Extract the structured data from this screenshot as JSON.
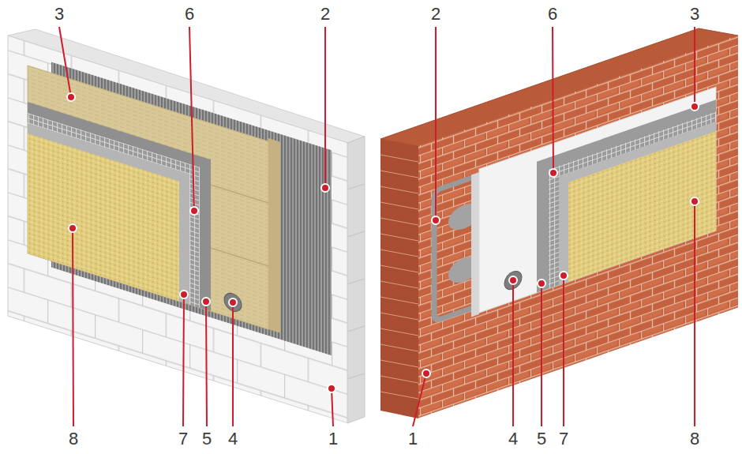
{
  "diagram": {
    "labels": [
      "3",
      "6",
      "2",
      "2",
      "6",
      "3",
      "8",
      "7",
      "5",
      "4",
      "1",
      "1",
      "4",
      "5",
      "7",
      "8"
    ]
  }
}
